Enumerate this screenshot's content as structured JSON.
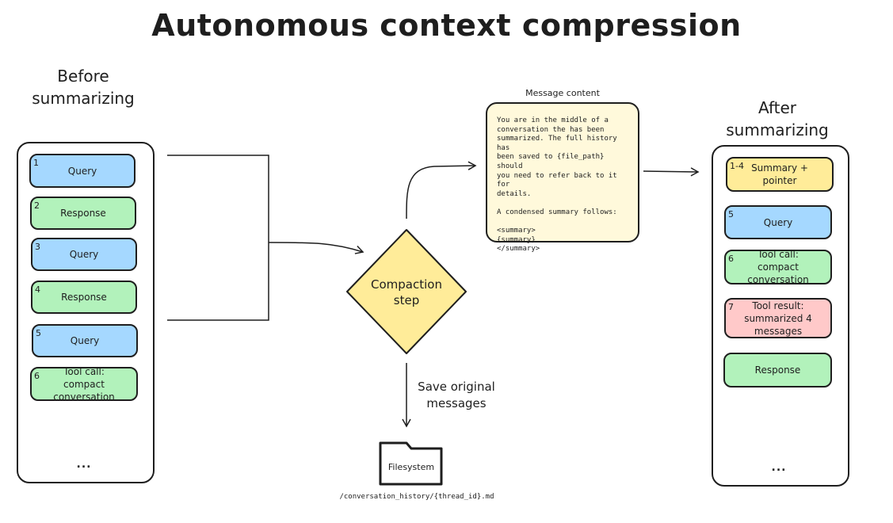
{
  "title": "Autonomous context compression",
  "before": {
    "heading": "Before\nsummarizing",
    "cards": [
      {
        "num": "1",
        "label": "Query",
        "color": "blue"
      },
      {
        "num": "2",
        "label": "Response",
        "color": "green"
      },
      {
        "num": "3",
        "label": "Query",
        "color": "blue"
      },
      {
        "num": "4",
        "label": "Response",
        "color": "green"
      },
      {
        "num": "5",
        "label": "Query",
        "color": "blue"
      },
      {
        "num": "6",
        "label": "Tool call:\ncompact conversation",
        "color": "green"
      }
    ],
    "ellipsis": "..."
  },
  "after": {
    "heading": "After\nsummarizing",
    "cards": [
      {
        "num": "1-4",
        "label": "Summary +\npointer",
        "color": "yellow"
      },
      {
        "num": "5",
        "label": "Query",
        "color": "blue"
      },
      {
        "num": "6",
        "label": "Tool call:\ncompact conversation",
        "color": "green"
      },
      {
        "num": "7",
        "label": "Tool result:\nsummarized 4\nmessages",
        "color": "red"
      },
      {
        "num": "",
        "label": "Response",
        "color": "green"
      }
    ],
    "ellipsis": "..."
  },
  "compaction": {
    "label": "Compaction\nstep"
  },
  "message": {
    "label": "Message content",
    "body": "You are in the middle of a\nconversation the has been\nsummarized. The full history has\nbeen saved to {file_path} should\nyou need to refer back to it for\ndetails.\n\nA condensed summary follows:\n\n<summary>\n{summary}\n</summary>"
  },
  "save": {
    "label": "Save original\nmessages"
  },
  "filesystem": {
    "label": "Filesystem",
    "path": "/conversation_history/{thread_id}.md"
  },
  "colors": {
    "blue": "#a5d8ff",
    "green": "#b2f2bb",
    "yellow": "#ffec99",
    "red": "#ffc9c9",
    "message_bg": "#fff9db",
    "stroke": "#1e1e1e"
  }
}
